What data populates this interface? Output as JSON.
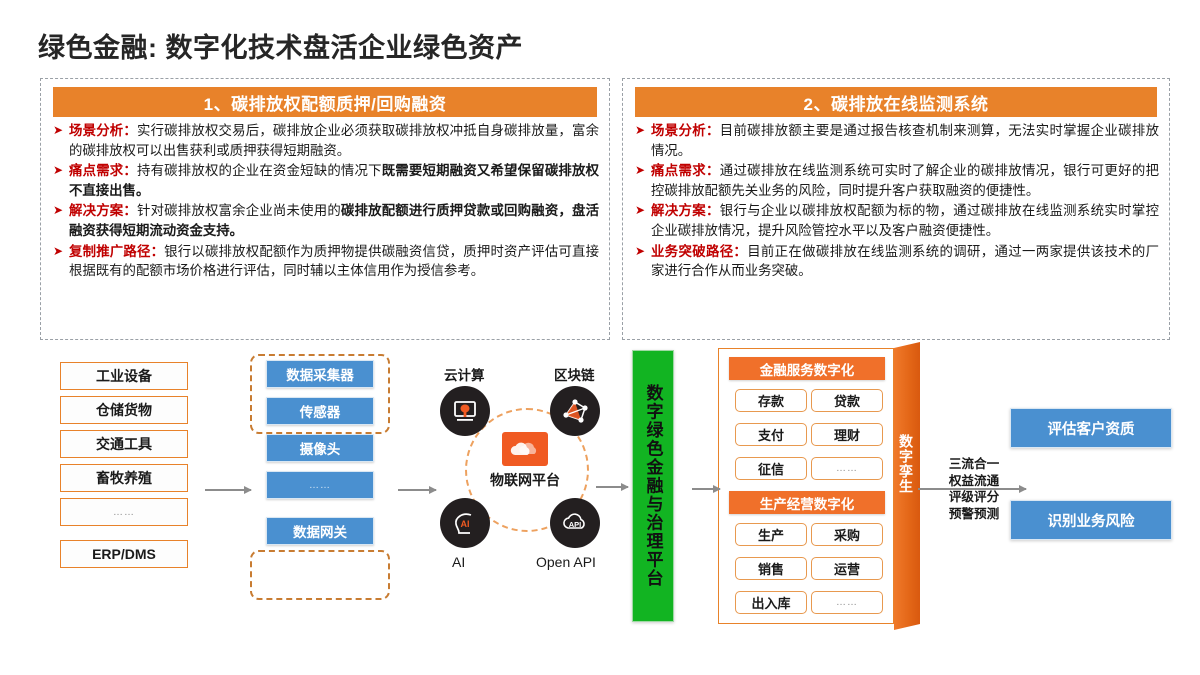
{
  "page": {
    "title": "绿色金融: 数字化技术盘活企业绿色资产",
    "accent_orange": "#E8822A",
    "accent_blue": "#4A90D0",
    "accent_green": "#12B422",
    "label_red": "#C00000"
  },
  "panels": [
    {
      "id": "panel-1",
      "header": "1、碳排放权配额质押/回购融资",
      "bullets": [
        {
          "marker": "➤",
          "label": "场景分析：",
          "segments": [
            {
              "text": "实行碳排放权交易后，碳排放企业必须获取碳排放权冲抵自身碳排放量，富余的碳排放权可以出售获利或质押获得短期融资。",
              "bold": false
            }
          ]
        },
        {
          "marker": "➤",
          "label": "痛点需求：",
          "segments": [
            {
              "text": "持有碳排放权的企业在资金短缺的情况下",
              "bold": false
            },
            {
              "text": "既需要短期融资又希望保留碳排放权不直接出售。",
              "bold": true
            }
          ]
        },
        {
          "marker": "➤",
          "label": "解决方案：",
          "segments": [
            {
              "text": "针对碳排放权富余企业尚未使用的",
              "bold": false
            },
            {
              "text": "碳排放配额进行质押贷款或回购融资，盘活融资获得短期流动资金支持。",
              "bold": true
            }
          ]
        },
        {
          "marker": "➤",
          "label": "复制推广路径：",
          "segments": [
            {
              "text": "银行以碳排放权配额作为质押物提供碳融资信贷，质押时资产评估可直接根据既有的配额市场价格进行评估，同时辅以主体信用作为授信参考。",
              "bold": false
            }
          ]
        }
      ]
    },
    {
      "id": "panel-2",
      "header": "2、碳排放在线监测系统",
      "bullets": [
        {
          "marker": "➤",
          "label": "场景分析：",
          "segments": [
            {
              "text": "目前碳排放额主要是通过报告核查机制来测算，无法实时掌握企业碳排放情况。",
              "bold": false
            }
          ]
        },
        {
          "marker": "➤",
          "label": "痛点需求：",
          "segments": [
            {
              "text": "通过碳排放在线监测系统可实时了解企业的碳排放情况，银行可更好的把控碳排放配额先关业务的风险，同时提升客户获取融资的便捷性。",
              "bold": false
            }
          ]
        },
        {
          "marker": "➤",
          "label": "解决方案：",
          "segments": [
            {
              "text": "银行与企业以碳排放权配额为标的物，通过碳排放在线监测系统实时掌控企业碳排放情况，提升风险管控水平以及客户融资便捷性。",
              "bold": false
            }
          ]
        },
        {
          "marker": "➤",
          "label": "业务突破路径：",
          "segments": [
            {
              "text": "目前正在做碳排放在线监测系统的调研，通过一两家提供该技术的厂家进行合作从而业务突破。",
              "bold": false
            }
          ]
        }
      ]
    }
  ],
  "diagram": {
    "sources": [
      {
        "label": "工业设备",
        "placeholder": false
      },
      {
        "label": "仓储货物",
        "placeholder": false
      },
      {
        "label": "交通工具",
        "placeholder": false
      },
      {
        "label": "畜牧养殖",
        "placeholder": false
      },
      {
        "label": "……",
        "placeholder": true
      },
      {
        "label": "ERP/DMS",
        "placeholder": false
      }
    ],
    "devices": [
      {
        "label": "数据采集器",
        "placeholder": false
      },
      {
        "label": "传感器",
        "placeholder": false
      },
      {
        "label": "摄像头",
        "placeholder": false
      },
      {
        "label": "……",
        "placeholder": true
      },
      {
        "label": "数据网关",
        "placeholder": false
      }
    ],
    "iot": {
      "center_label": "物联网平台",
      "nodes": [
        {
          "label": "云计算",
          "icon": "cloud-computing-icon"
        },
        {
          "label": "区块链",
          "icon": "blockchain-icon"
        },
        {
          "label": "AI",
          "icon": "ai-brain-icon"
        },
        {
          "label": "Open API",
          "icon": "api-cloud-icon"
        }
      ]
    },
    "platform_bar": "数字绿色金融与治理平台",
    "cube": {
      "side_label": "数字孪生",
      "sections": [
        {
          "title": "金融服务数字化",
          "items": [
            {
              "label": "存款",
              "placeholder": false
            },
            {
              "label": "贷款",
              "placeholder": false
            },
            {
              "label": "支付",
              "placeholder": false
            },
            {
              "label": "理财",
              "placeholder": false
            },
            {
              "label": "征信",
              "placeholder": false
            },
            {
              "label": "……",
              "placeholder": true
            }
          ]
        },
        {
          "title": "生产经营数字化",
          "items": [
            {
              "label": "生产",
              "placeholder": false
            },
            {
              "label": "采购",
              "placeholder": false
            },
            {
              "label": "销售",
              "placeholder": false
            },
            {
              "label": "运营",
              "placeholder": false
            },
            {
              "label": "出入库",
              "placeholder": false
            },
            {
              "label": "……",
              "placeholder": true
            }
          ]
        }
      ]
    },
    "flow_note": [
      "三流合一",
      "权益流通",
      "评级评分",
      "预警预测"
    ],
    "outcomes": [
      {
        "label": "评估客户资质"
      },
      {
        "label": "识别业务风险"
      }
    ]
  }
}
